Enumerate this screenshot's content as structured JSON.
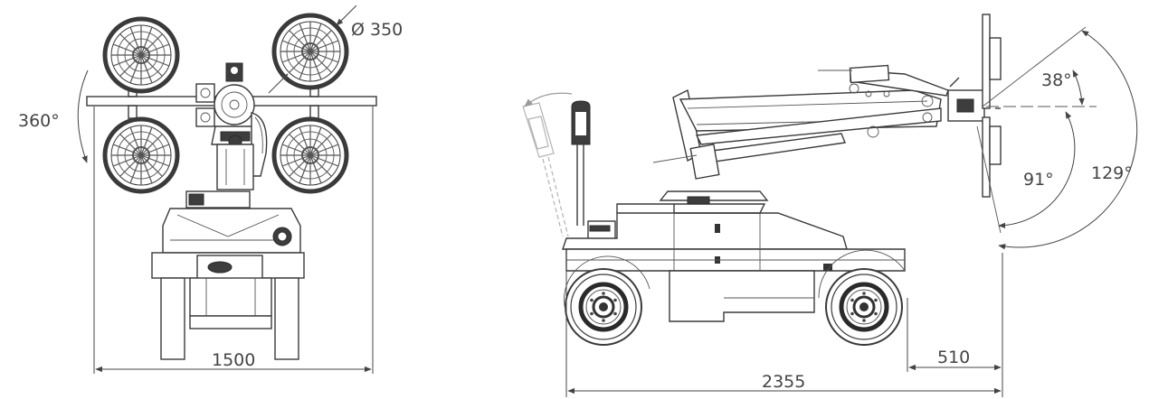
{
  "front_view": {
    "pad_diameter_label": "Ø 350",
    "rotation_label": "360°",
    "width_label": "1500"
  },
  "side_view": {
    "angle_small_label": "38°",
    "angle_mid_label": "91°",
    "angle_large_label": "129°",
    "overhang_label": "510",
    "length_label": "2355"
  },
  "colors": {
    "line": "#3a3a3a",
    "ghost": "#b3b3b3",
    "dark_fill": "#3d3d3d"
  }
}
